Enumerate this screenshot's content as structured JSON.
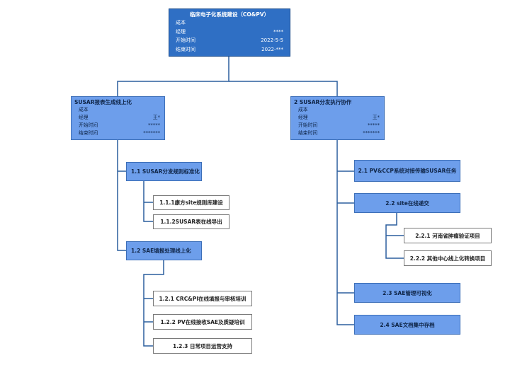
{
  "root": {
    "title": "临床电子化系统建设（CO&PV）",
    "fields": [
      {
        "label": "成本",
        "value": ""
      },
      {
        "label": "经理",
        "value": "****"
      },
      {
        "label": "开始时间",
        "value": "2022-5-5"
      },
      {
        "label": "结束时间",
        "value": "2022-***"
      }
    ]
  },
  "branch1": {
    "title": "SUSAR报表生成线上化",
    "fields": [
      {
        "label": "成本",
        "value": ""
      },
      {
        "label": "经理",
        "value": "王*"
      },
      {
        "label": "开始时间",
        "value": "*****"
      },
      {
        "label": "结束时间",
        "value": "*******"
      }
    ],
    "children": [
      {
        "label": "1.1 SUSAR分发规则标准化",
        "children": [
          "1.1.1康方site规则库建设",
          "1.1.2SUSAR表在线导出"
        ]
      },
      {
        "label": "1.2 SAE填报处理线上化",
        "children": [
          "1.2.1 CRC&PI在线填报与审核培训",
          "1.2.2 PV在线接收SAE及质疑培训",
          "1.2.3 日常项目运营支持"
        ]
      }
    ]
  },
  "branch2": {
    "title": "2 SUSAR分发执行协作",
    "fields": [
      {
        "label": "成本",
        "value": ""
      },
      {
        "label": "经理",
        "value": "王*"
      },
      {
        "label": "开始时间",
        "value": "*****"
      },
      {
        "label": "结束时间",
        "value": "*******"
      }
    ],
    "children": [
      {
        "label": "2.1 PV&CCP系统对接传输SUSAR任务",
        "children": []
      },
      {
        "label": "2.2 site在线递交",
        "children": [
          "2.2.1 河南省肿瘤验证项目",
          "2.2.2 其他中心线上化转换项目"
        ]
      },
      {
        "label": "2.3 SAE管理可视化",
        "children": []
      },
      {
        "label": "2.4 SAE文档集中存档",
        "children": []
      }
    ]
  }
}
